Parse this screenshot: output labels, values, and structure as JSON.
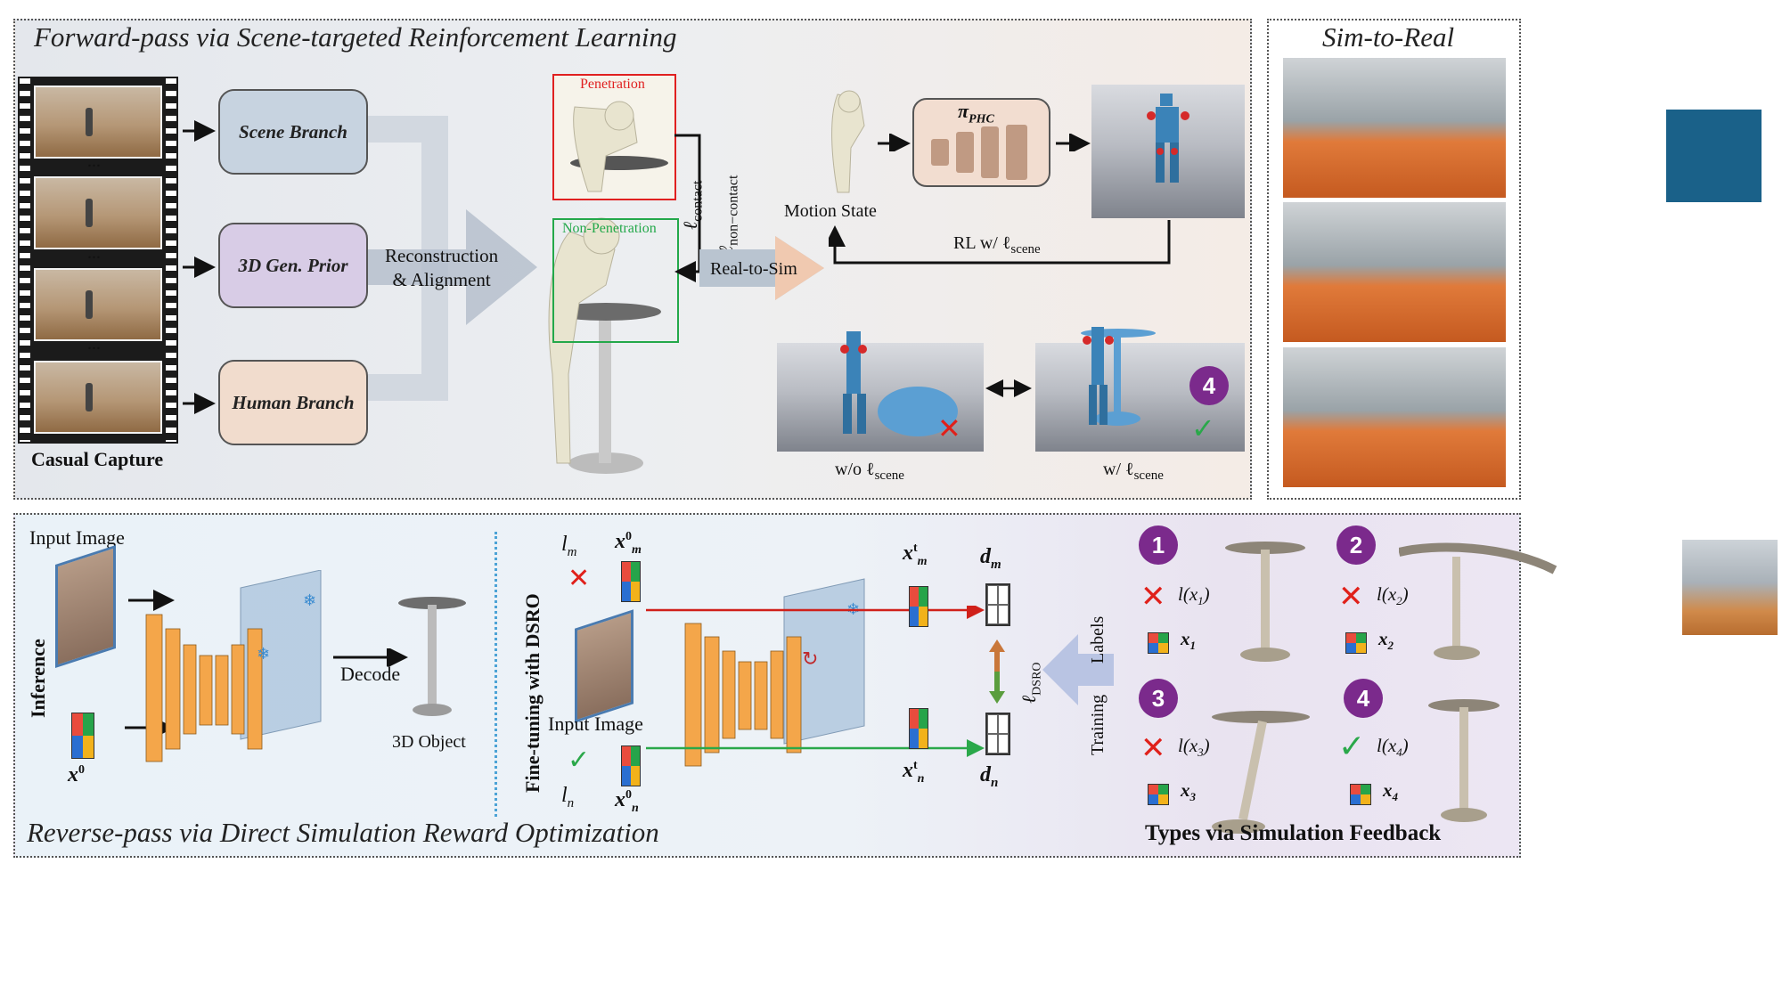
{
  "top_panel": {
    "title": "Forward-pass via Scene-targeted Reinforcement Learning",
    "casual_capture": "Casual Capture",
    "dots": "...",
    "scene_branch": "Scene Branch",
    "gen_prior": "3D Gen. Prior",
    "human_branch": "Human Branch",
    "recon_line1": "Reconstruction",
    "recon_line2": "& Alignment",
    "penetration": "Penetration",
    "non_penetration": "Non-Penetration",
    "l_contact": "ℓ",
    "l_contact_sub": "contact",
    "l_noncontact": "ℓ",
    "l_noncontact_sub": "non−contact",
    "real_to_sim": "Real-to-Sim",
    "motion_state": "Motion State",
    "policy": "π",
    "policy_sub": "PHC",
    "rl": "RL w/ ℓ",
    "rl_sub": "scene",
    "wo_scene": "w/o ℓ",
    "wo_scene_sub": "scene",
    "w_scene": "w/ ℓ",
    "w_scene_sub": "scene",
    "badge": "4"
  },
  "right_panel": {
    "title": "Sim-to-Real"
  },
  "bottom_panel": {
    "title": "Reverse-pass via Direct Simulation Reward Optimization",
    "input_image": "Input Image",
    "inference": "Inference",
    "x0": "x",
    "x0_sup": "0",
    "decode": "Decode",
    "object": "3D Object",
    "finetune": "Fine-tuning with DSRO",
    "lm": "l",
    "lm_sub": "m",
    "ln": "l",
    "ln_sub": "n",
    "xm0": "x",
    "xm0_sub": "m",
    "xm0_sup": "0",
    "xn0": "x",
    "xn0_sub": "n",
    "xn0_sup": "0",
    "xmt": "x",
    "xmt_sub": "m",
    "xmt_sup": "t",
    "xnt": "x",
    "xnt_sub": "n",
    "xnt_sup": "t",
    "dm": "d",
    "dm_sub": "m",
    "dn": "d",
    "dn_sub": "n",
    "input_image2": "Input Image",
    "ldsro": "ℓ",
    "ldsro_sub": "DSRO",
    "training": "Training",
    "labels": "Labels",
    "types": "Types via Simulation Feedback",
    "types_items": [
      {
        "badge": "1",
        "l": "l(x",
        "sub": "1",
        "x": "x",
        "status": "fail"
      },
      {
        "badge": "2",
        "l": "l(x",
        "sub": "2",
        "x": "x",
        "status": "fail"
      },
      {
        "badge": "3",
        "l": "l(x",
        "sub": "3",
        "x": "x",
        "status": "fail"
      },
      {
        "badge": "4",
        "l": "l(x",
        "sub": "4",
        "x": "x",
        "status": "pass"
      }
    ]
  },
  "colors": {
    "accent_purple": "#7b2a8c",
    "red": "#d0201a",
    "green": "#2aa84a",
    "teal_square": "#1a6189"
  }
}
